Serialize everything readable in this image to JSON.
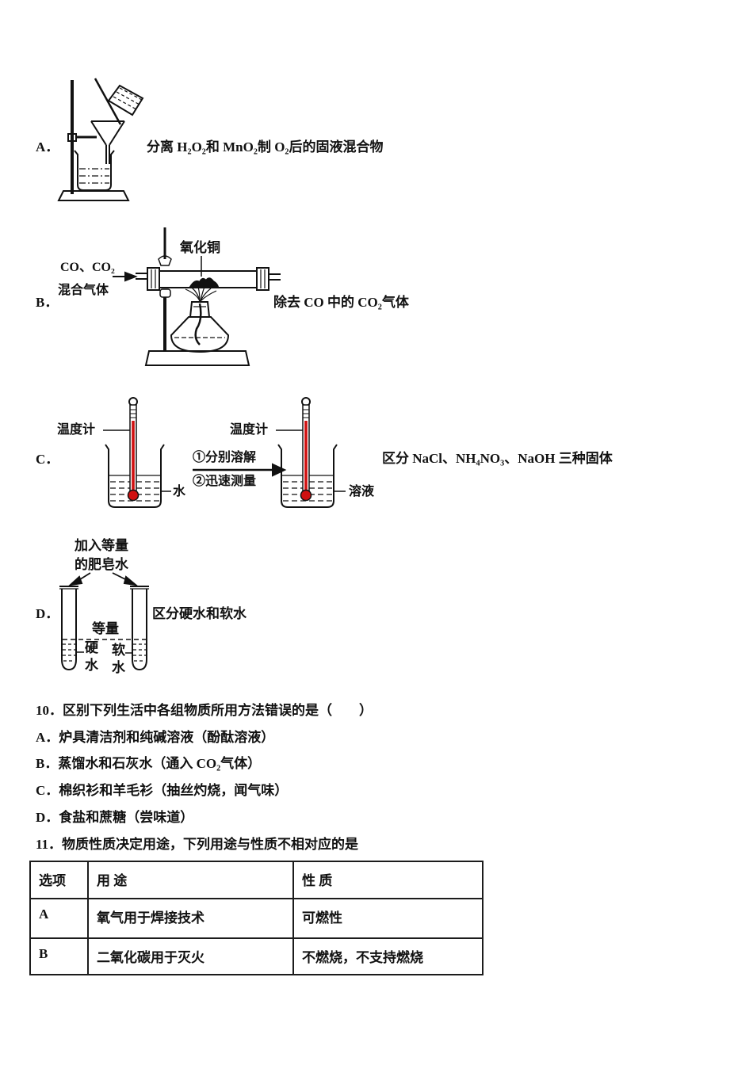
{
  "optionA": {
    "label": "A．",
    "caption": "分离 H₂O₂和 MnO₂制 O₂后的固液混合物"
  },
  "optionB": {
    "label": "B．",
    "tube_label": "氧化铜",
    "gas_line1": "CO、CO₂",
    "gas_line2": "混合气体",
    "caption": "除去 CO 中的 CO₂气体"
  },
  "optionC": {
    "label": "C．",
    "thermo_left": "温度计",
    "thermo_right": "温度计",
    "step1": "①分别溶解",
    "step2": "②迅速测量",
    "water": "水",
    "solution": "溶液",
    "caption": "区分 NaCl、NH₄NO₃、NaOH 三种固体"
  },
  "optionD": {
    "label": "D．",
    "add_text": "加入等量的肥皂水",
    "equal": "等量",
    "hard": "硬水",
    "soft": "软水",
    "caption": "区分硬水和软水"
  },
  "q10": {
    "title": "10．区别下列生活中各组物质所用方法错误的是（　　）",
    "choices": [
      "A．炉具清洁剂和纯碱溶液（酚酞溶液）",
      "B．蒸馏水和石灰水（通入 CO₂气体）",
      "C．棉织衫和羊毛衫（抽丝灼烧，闻气味）",
      "D．食盐和蔗糖（尝味道）"
    ]
  },
  "q11": {
    "title": "11．物质性质决定用途，下列用途与性质不相对应的是",
    "table": {
      "headers": [
        "选项",
        "用 途",
        "性 质"
      ],
      "rows": [
        [
          "A",
          "氧气用于焊接技术",
          "可燃性"
        ],
        [
          "B",
          "二氧化碳用于灭火",
          "不燃烧，不支持燃烧"
        ]
      ]
    }
  },
  "colors": {
    "thermometer_red": "#d01010",
    "ink": "#111111"
  }
}
